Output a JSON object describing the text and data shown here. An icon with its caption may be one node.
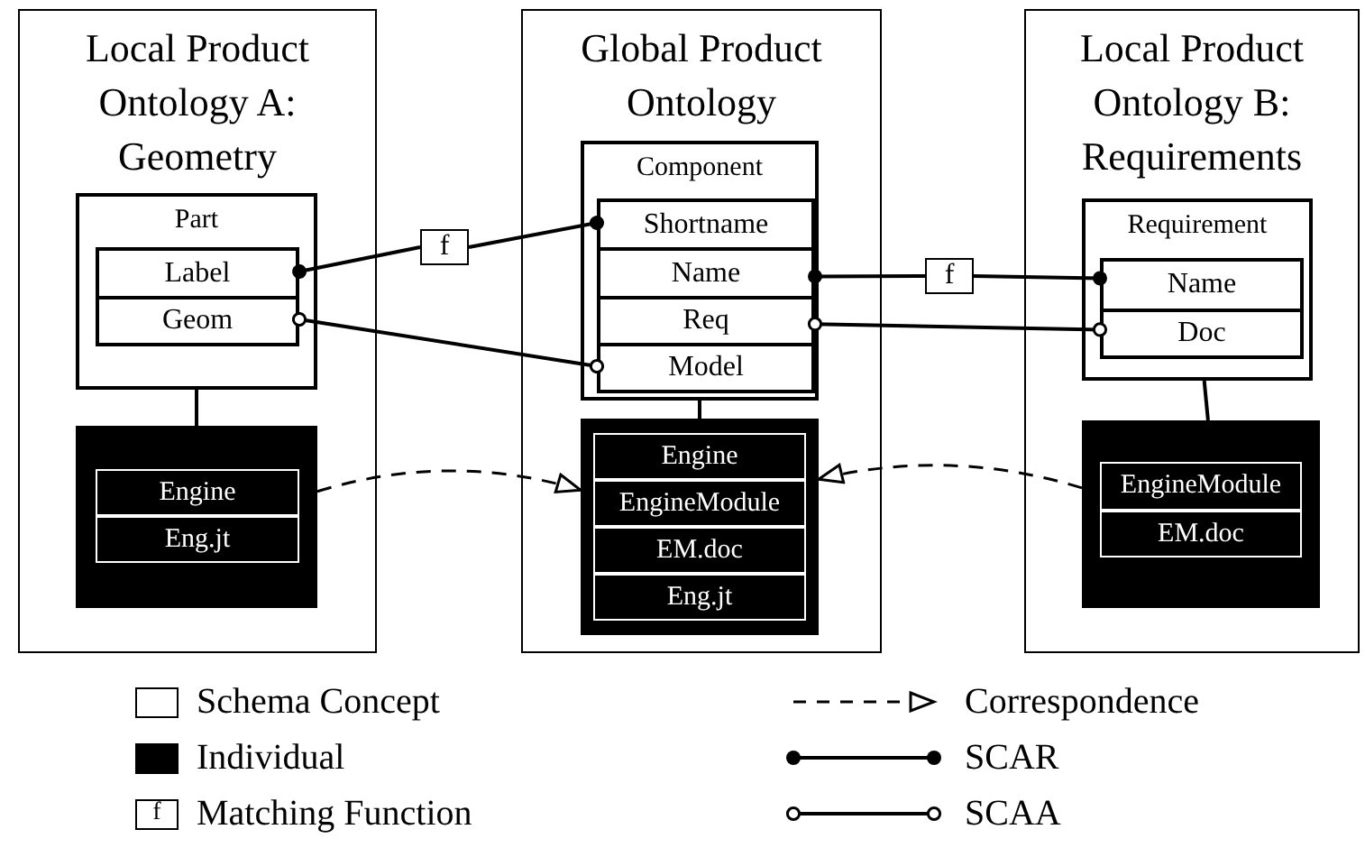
{
  "diagram": {
    "nodes": [
      {
        "text": [
          "Local Product Ontology A: Geometry"
        ]
      },
      {
        "text": [
          "Part"
        ],
        "in": 0
      },
      {
        "text": [
          "Label"
        ],
        "in": 1
      },
      {
        "text": [
          "Geom"
        ],
        "in": 1
      },
      {
        "text": [],
        "shape": "box",
        "in": 0
      },
      {
        "text": [
          "Engine"
        ],
        "in": 4
      },
      {
        "text": [
          "Eng.jt"
        ],
        "in": 4
      },
      {
        "text": [
          "Global Product Ontology"
        ]
      },
      {
        "text": [
          "Component"
        ],
        "in": 7
      },
      {
        "text": [
          "Shortname"
        ],
        "in": 8
      },
      {
        "text": [
          "Name"
        ],
        "in": 8
      },
      {
        "text": [
          "Req"
        ],
        "in": 8
      },
      {
        "text": [
          "Model"
        ],
        "in": 8
      },
      {
        "text": [],
        "shape": "box",
        "in": 7
      },
      {
        "text": [
          "Engine"
        ],
        "in": 13
      },
      {
        "text": [
          "EngineModule"
        ],
        "in": 13
      },
      {
        "text": [
          "EM.doc"
        ],
        "in": 13
      },
      {
        "text": [
          "Eng.jt"
        ],
        "in": 13
      },
      {
        "text": [
          "Local Product Ontology B: Requirements"
        ]
      },
      {
        "text": [
          "Requirement"
        ],
        "in": 18
      },
      {
        "text": [
          "Name"
        ],
        "in": 19
      },
      {
        "text": [
          "Doc"
        ],
        "in": 19
      },
      {
        "text": [],
        "shape": "box",
        "in": 18
      },
      {
        "text": [
          "EngineModule"
        ],
        "in": 22
      },
      {
        "text": [
          "EM.doc"
        ],
        "in": 22
      },
      {
        "text": [
          "f"
        ]
      },
      {
        "text": [
          "f"
        ]
      }
    ],
    "edges": [
      {
        "from": 2,
        "to": 25,
        "arrow": "other"
      },
      {
        "from": 25,
        "to": 9,
        "arrow": "other"
      },
      {
        "from": 3,
        "to": 12,
        "arrow": "other"
      },
      {
        "from": 10,
        "to": 26,
        "arrow": "other"
      },
      {
        "from": 26,
        "to": 20,
        "arrow": "other"
      },
      {
        "from": 11,
        "to": 21,
        "arrow": "other"
      },
      {
        "from": 1,
        "to": 4,
        "arrow": "none"
      },
      {
        "from": 8,
        "to": 13,
        "arrow": "none"
      },
      {
        "from": 19,
        "to": 22,
        "arrow": "none"
      },
      {
        "from": 4,
        "to": 13,
        "arrow": "to",
        "style": "dashed"
      },
      {
        "from": 22,
        "to": 13,
        "arrow": "to",
        "style": "dashed"
      }
    ],
    "labels": [
      "f"
    ],
    "legend": [
      {
        "text": "Schema Concept",
        "color": "#ffffff"
      },
      {
        "text": "Individual",
        "color": "#000000"
      },
      {
        "text": "Matching Function"
      },
      {
        "text": "Correspondence"
      },
      {
        "text": "SCAR"
      },
      {
        "text": "SCAA"
      }
    ]
  }
}
